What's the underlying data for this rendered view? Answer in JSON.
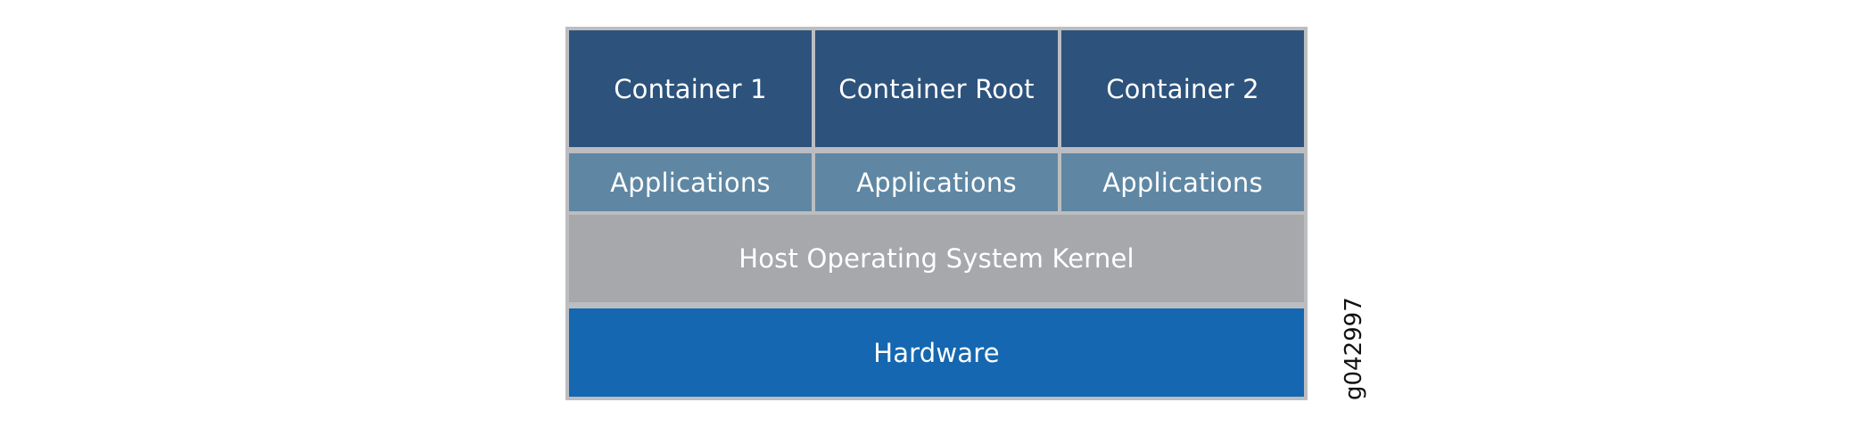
{
  "diagram": {
    "containers": [
      {
        "label": "Container 1",
        "applications": "Applications"
      },
      {
        "label": "Container Root",
        "applications": "Applications"
      },
      {
        "label": "Container 2",
        "applications": "Applications"
      }
    ],
    "kernel": "Host Operating System Kernel",
    "hardware": "Hardware",
    "figure_id": "g042997",
    "colors": {
      "container": "#2d537c",
      "applications": "#5f87a3",
      "kernel": "#a7a8ac",
      "hardware": "#1467b0",
      "frame": "#bcbdc1"
    }
  }
}
